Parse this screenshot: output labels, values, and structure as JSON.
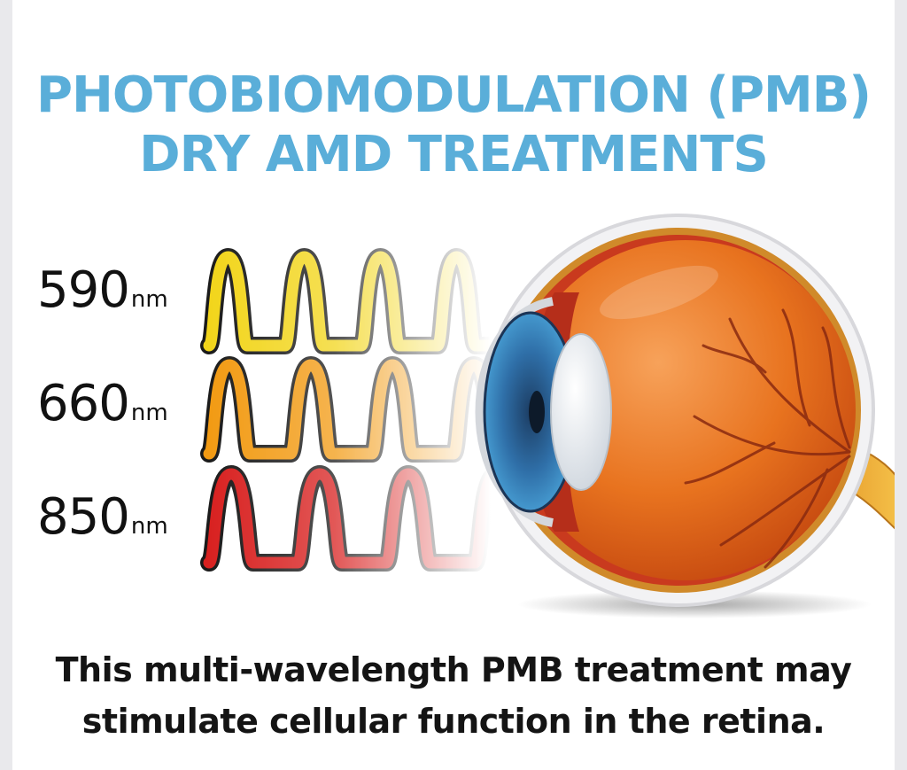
{
  "headline": {
    "line1": "PHOTOBIOMODULATION (PMB)",
    "line2": "DRY AMD TREATMENTS"
  },
  "wavelengths": [
    {
      "value": "590",
      "unit": "nm",
      "color": "#f2d51a"
    },
    {
      "value": "660",
      "unit": "nm",
      "color": "#f29a12"
    },
    {
      "value": "850",
      "unit": "nm",
      "color": "#d8201f"
    }
  ],
  "caption": {
    "line1": "This multi-wavelength PMB treatment may",
    "line2": "stimulate cellular function in the retina."
  },
  "colors": {
    "title": "#5aaed9",
    "text": "#141414",
    "eye_globe": "#e8731f",
    "iris": "#2f6fa8"
  },
  "illustration": "eye-anatomy-illustration"
}
